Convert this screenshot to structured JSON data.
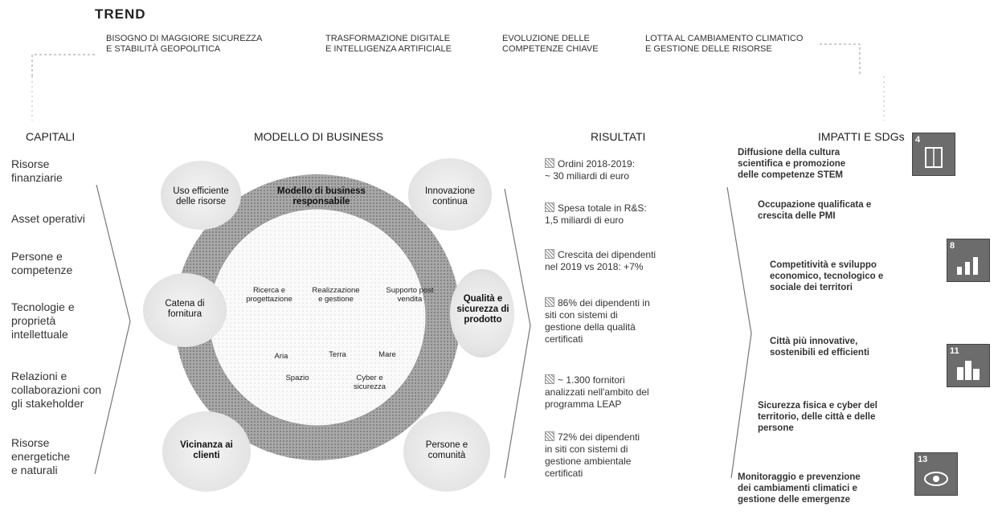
{
  "trend": {
    "title": "TREND",
    "items": [
      "BISOGNO DI MAGGIORE SICUREZZA\nE STABILITÀ GEOPOLITICA",
      "TRASFORMAZIONE DIGITALE\nE INTELLIGENZA ARTIFICIALE",
      "EVOLUZIONE DELLE\nCOMPETENZE CHIAVE",
      "LOTTA AL CAMBIAMENTO CLIMATICO\nE GESTIONE DELLE RISORSE"
    ]
  },
  "headers": {
    "capitali": "CAPITALI",
    "modello": "MODELLO DI BUSINESS",
    "risultati": "RISULTATI",
    "impatti": "IMPATTI E SDGs"
  },
  "capitali": [
    "Risorse\nfinanziarie",
    "Asset operativi",
    "Persone e\ncompetenze",
    "Tecnologie e\nproprietà\nintellettuale",
    "Relazioni e\ncollaborazioni con\ngli stakeholder",
    "Risorse\nenergetiche\ne naturali"
  ],
  "modello": {
    "ring_label": "Modello di business\nresponsabile",
    "bubbles": [
      "Uso efficiente\ndelle risorse",
      "Innovazione\ncontinua",
      "Catena di\nfornitura",
      "Qualità e\nsicurezza di\nprodotto",
      "Vicinanza ai\nclienti",
      "Persone e\ncomunità"
    ],
    "phases": [
      "Ricerca e\nprogettazione",
      "Realizzazione\ne gestione",
      "Supporto post\nvendita"
    ],
    "domains": [
      "Aria",
      "Terra",
      "Mare",
      "Spazio",
      "Cyber e\nsicurezza"
    ]
  },
  "risultati": [
    "Ordini 2018-2019:\n~ 30 miliardi di euro",
    "Spesa totale in R&S:\n1,5 miliardi di euro",
    "Crescita dei dipendenti\nnel 2019 vs 2018: +7%",
    "86% dei dipendenti in\nsiti con sistemi di\ngestione della qualità\ncertificati",
    "~ 1.300 fornitori\nanalizzati nell'ambito del\nprogramma LEAP",
    "72% dei dipendenti\nin siti con sistemi di\ngestione ambientale\ncertificati"
  ],
  "impatti": [
    "Diffusione della cultura\nscientifica e promozione\ndelle competenze STEM",
    "Occupazione qualificata e\ncrescita delle PMI",
    "Competitività e sviluppo\neconomico, tecnologico e\nsociale dei territori",
    "Città più innovative,\nsostenibili ed efficienti",
    "Sicurezza fisica e cyber del\nterritorio, delle città e delle\npersone",
    "Monitoraggio e prevenzione\ndei cambiamenti climatici e\ngestione delle emergenze"
  ],
  "sdgs": [
    "4",
    "8",
    "11",
    "13"
  ],
  "colors": {
    "ring": "#8a8a8a",
    "bubble": "#e2e2e2",
    "text": "#222222"
  }
}
